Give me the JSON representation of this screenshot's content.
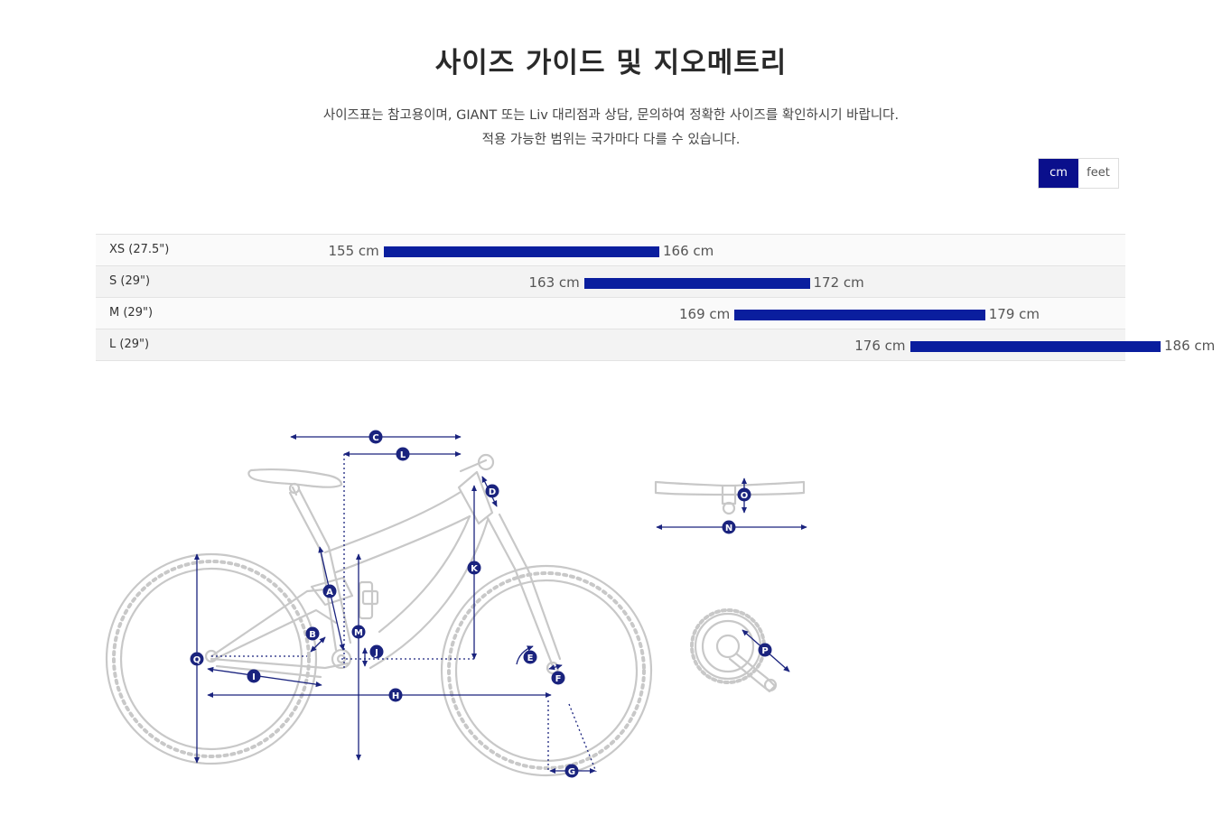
{
  "header": {
    "title": "사이즈 가이드 및 지오메트리",
    "description_line1": "사이즈표는 참고용이며, GIANT 또는 Liv 대리점과 상담, 문의하여 정확한 사이즈를 확인하시기 바랍니다.",
    "description_line2": "적용 가능한 범위는 국가마다 다를 수 있습니다."
  },
  "unit_toggle": {
    "options": [
      "cm",
      "feet"
    ],
    "selected": "cm"
  },
  "size_chart": {
    "scale_min": 150,
    "scale_max": 190,
    "rows": [
      {
        "label": "XS (27.5\")",
        "min": 155,
        "max": 166,
        "min_label": "155 cm",
        "max_label": "166 cm"
      },
      {
        "label": "S (29\")",
        "min": 163,
        "max": 172,
        "min_label": "163 cm",
        "max_label": "172 cm"
      },
      {
        "label": "M (29\")",
        "min": 169,
        "max": 179,
        "min_label": "169 cm",
        "max_label": "179 cm"
      },
      {
        "label": "L (29\")",
        "min": 176,
        "max": 186,
        "min_label": "176 cm",
        "max_label": "186 cm"
      }
    ],
    "bar_color": "#0a1e9e"
  },
  "geometry_diagram": {
    "labels": [
      "A",
      "B",
      "C",
      "D",
      "E",
      "F",
      "G",
      "H",
      "I",
      "J",
      "K",
      "L",
      "M",
      "N",
      "O",
      "P",
      "Q"
    ],
    "line_color": "#c8c8c8",
    "marker_color": "#1a237e"
  },
  "colors": {
    "accent": "#0a0f8c"
  }
}
